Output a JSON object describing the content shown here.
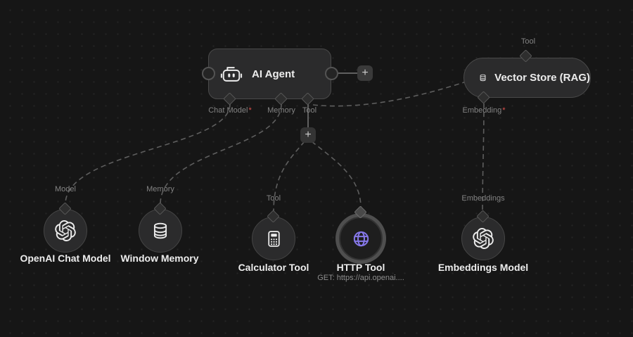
{
  "canvas": {
    "background_color": "#161616",
    "grid_dot_color": "#252525"
  },
  "colors": {
    "node_fill": "#2b2b2c",
    "node_border": "#4a4a4a",
    "connection": "#5e5e5e",
    "port_label": "#838383",
    "node_title": "#ededed",
    "subtitle": "#8d8d8d",
    "required_asterisk": "#e0524f",
    "http_icon_accent": "#8577e8",
    "selection_ring": "#4f4f4f"
  },
  "misc": {
    "asterisk": "*",
    "plus": "+"
  },
  "agent": {
    "title": "AI Agent",
    "icon": "robot-icon",
    "inputs": [
      {
        "label": "Chat Model",
        "required": true
      },
      {
        "label": "Memory",
        "required": false
      },
      {
        "label": "Tool",
        "required": false
      }
    ]
  },
  "vector_store": {
    "title": "Vector Store (RAG)",
    "icon": "database-icon",
    "input_label": "Tool",
    "output_label": "Embedding",
    "output_required": true
  },
  "sub_nodes": [
    {
      "label": "OpenAI Chat Model",
      "port_label": "Model",
      "icon": "openai-icon"
    },
    {
      "label": "Window Memory",
      "port_label": "Memory",
      "icon": "database-icon"
    },
    {
      "label": "Calculator Tool",
      "port_label": "Tool",
      "icon": "calculator-icon"
    },
    {
      "label": "HTTP Tool",
      "subtitle": "GET: https://api.openai....",
      "icon": "globe-icon",
      "selected": true
    },
    {
      "label": "Embeddings Model",
      "port_label": "Embeddings",
      "icon": "openai-icon"
    }
  ]
}
